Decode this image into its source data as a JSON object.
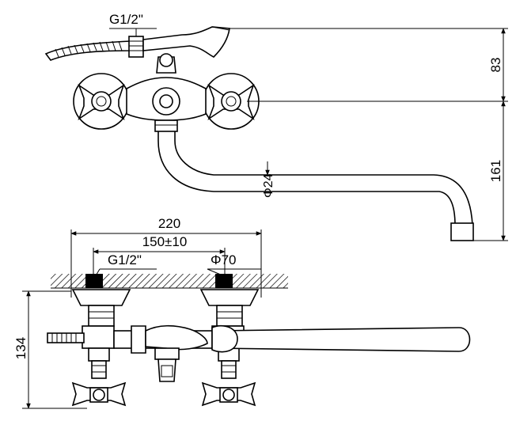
{
  "drawing": {
    "top_view": {
      "thread_label": "G1/2\"",
      "dim_height": "83",
      "dim_drop": "161",
      "pipe_diameter": "Φ24"
    },
    "front_view": {
      "dim_total_width": "220",
      "dim_center_spacing": "150±10",
      "thread_label": "G1/2\"",
      "flange_diameter": "Φ70",
      "dim_depth": "134"
    }
  }
}
